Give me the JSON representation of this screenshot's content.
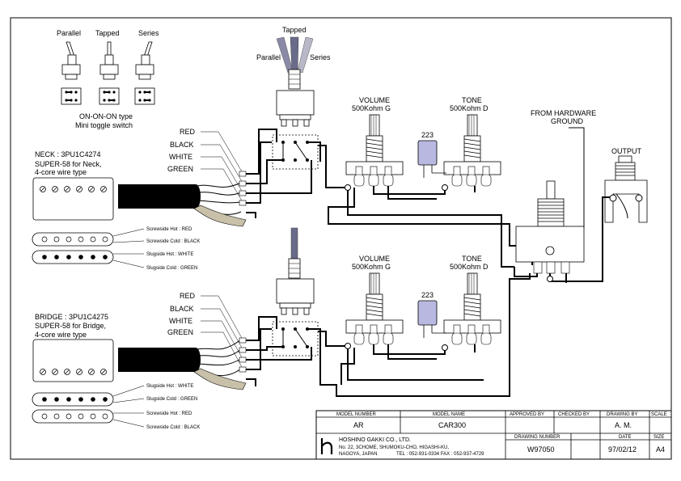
{
  "toggle_types": {
    "parallel": "Parallel",
    "tapped": "Tapped",
    "series": "Series",
    "caption_line1": "ON-ON-ON type",
    "caption_line2": "Mini toggle switch"
  },
  "neck": {
    "switch_top": "Tapped",
    "switch_left": "Parallel",
    "switch_right": "Series",
    "pickup_line1": "NECK : 3PU1C4274",
    "pickup_line2": "SUPER-58 for Neck,",
    "pickup_line3": "4-core wire type",
    "wires": [
      "RED",
      "BLACK",
      "WHITE",
      "GREEN"
    ],
    "coil_labels": [
      "Screwside Hot : RED",
      "Screwside Cold : BLACK",
      "Slugside Hot : WHITE",
      "Slugside Cold : GREEN"
    ],
    "volume_label": "VOLUME",
    "volume_value": "500Kohm G",
    "tone_label": "TONE",
    "tone_value": "500Kohm D",
    "cap": "223"
  },
  "bridge": {
    "pickup_line1": "BRIDGE : 3PU1C4275",
    "pickup_line2": "SUPER-58 for Bridge,",
    "pickup_line3": "4-core wire type",
    "wires": [
      "RED",
      "BLACK",
      "WHITE",
      "GREEN"
    ],
    "coil_labels": [
      "Slugside Hot : WHITE",
      "Slugside Cold : GREEN",
      "Screwside Hot : RED",
      "Screwside Cold : BLACK"
    ],
    "volume_label": "VOLUME",
    "volume_value": "500Kohm G",
    "tone_label": "TONE",
    "tone_value": "500Kohm D",
    "cap": "223"
  },
  "ground_line1": "FROM HARDWARE",
  "ground_line2": "GROUND",
  "output_label": "OUTPUT",
  "title_block": {
    "model_number_header": "MODEL NUMBER",
    "model_name_header": "MODEL NAME",
    "approved_header": "APPROVED BY",
    "checked_header": "CHECKED BY",
    "drawing_header": "DRAWING BY",
    "scale_header": "SCALE",
    "model_number": "AR",
    "model_name": "CAR300",
    "drawing_by": "A. M.",
    "company": "HOSHINO GAKKI CO., LTD.",
    "address_line1": "No. 22, 3CHOME, SHUMOKU-CHO, HIGASHI-KU,",
    "address_line2": "NAGOYA, JAPAN",
    "tel_fax": "TEL : 052-931-0334  FAX : 052-937-4729",
    "drawing_number_header": "DRAWING NUMBER",
    "date_header": "DATE",
    "size_header": "SIZE",
    "drawing_number": "W97050",
    "date": "97/02/12",
    "size": "A4"
  }
}
